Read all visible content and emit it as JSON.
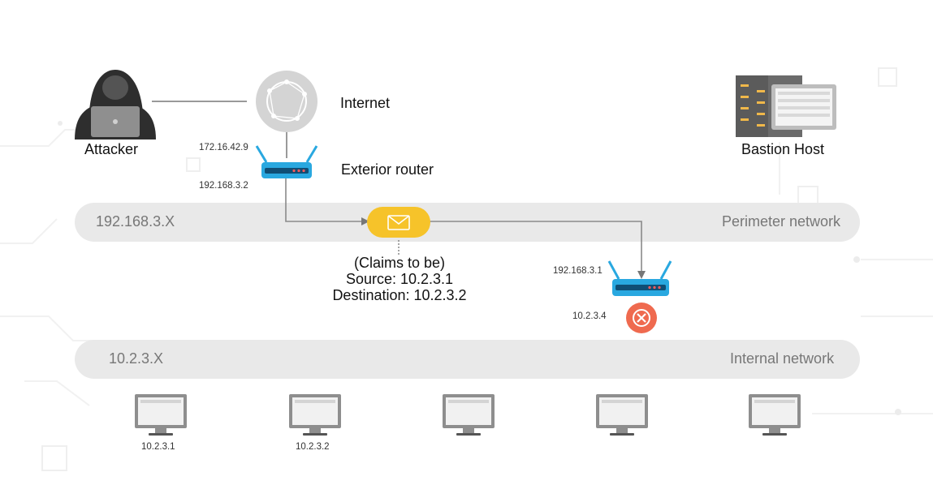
{
  "nodes": {
    "attacker": {
      "label": "Attacker"
    },
    "internet": {
      "label": "Internet"
    },
    "exterior_router": {
      "label": "Exterior router",
      "ip_top": "172.16.42.9",
      "ip_bottom": "192.168.3.2"
    },
    "bastion_host": {
      "label": "Bastion Host"
    },
    "interior_router": {
      "ip_top": "192.168.3.1",
      "ip_bottom": "10.2.3.4"
    }
  },
  "networks": {
    "perimeter": {
      "subnet": "192.168.3.X",
      "label": "Perimeter network"
    },
    "internal": {
      "subnet": "10.2.3.X",
      "label": "Internal network"
    }
  },
  "packet": {
    "line1": "(Claims to be)",
    "line2": "Source: 10.2.3.1",
    "line3": "Destination: 10.2.3.2"
  },
  "hosts": [
    {
      "ip": "10.2.3.1"
    },
    {
      "ip": "10.2.3.2"
    },
    {
      "ip": ""
    },
    {
      "ip": ""
    },
    {
      "ip": ""
    }
  ],
  "colors": {
    "band": "#e9e9e9",
    "router": "#29a8e0",
    "packet": "#f6c32a",
    "blocked": "#ef6a4f",
    "attacker": "#2e2e2e",
    "globe": "#d4d4d4"
  }
}
